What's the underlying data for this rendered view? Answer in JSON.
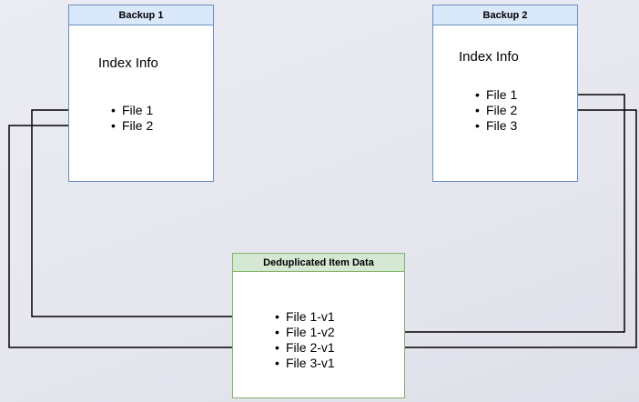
{
  "background_color": "#e8e8f0",
  "backup1": {
    "title": "Backup 1",
    "info": "Index Info",
    "items": [
      "File 1",
      "File 2"
    ],
    "header_fill": "#dae8fc",
    "border_color": "#6c8ebf"
  },
  "backup2": {
    "title": "Backup 2",
    "info": "Index Info",
    "items": [
      "File 1",
      "File 2",
      "File 3"
    ],
    "header_fill": "#dae8fc",
    "border_color": "#6c8ebf"
  },
  "dedup": {
    "title": "Deduplicated Item Data",
    "items": [
      "File 1-v1",
      "File 1-v2",
      "File 2-v1",
      "File 3-v1"
    ],
    "header_fill": "#d5e8d4",
    "border_color": "#82b366"
  },
  "connections": [
    {
      "from": "Backup 1 / File 1",
      "to": "File 1-v1",
      "route": "left"
    },
    {
      "from": "Backup 1 / File 2",
      "to": "File 2-v1",
      "route": "left"
    },
    {
      "from": "Backup 2 / File 1",
      "to": "File 1-v2",
      "route": "right"
    },
    {
      "from": "Backup 2 / File 2",
      "to": "File 2-v1",
      "route": "right"
    }
  ],
  "line_color": "#000000"
}
